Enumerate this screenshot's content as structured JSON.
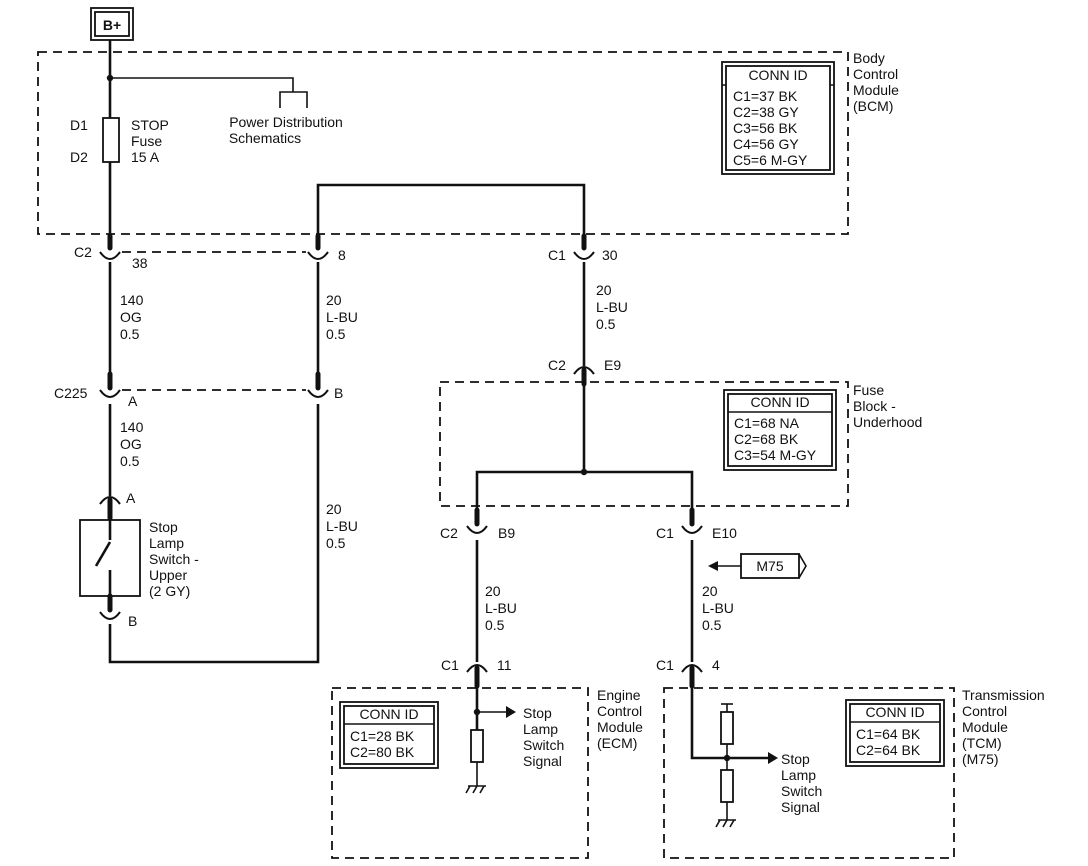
{
  "battery": "B+",
  "bcm": {
    "title": [
      "Body",
      "Control",
      "Module",
      "(BCM)"
    ],
    "conn_header": "CONN ID",
    "conns": [
      "C1=37 BK",
      "C2=38 GY",
      "C3=56 BK",
      "C4=56 GY",
      "C5=6 M-GY"
    ]
  },
  "fuse": {
    "d1": "D1",
    "d2": "D2",
    "label": [
      "STOP",
      "Fuse",
      "15 A"
    ]
  },
  "power_dist": [
    "Power Distribution",
    "Schematics"
  ],
  "connectors": {
    "c2_38": {
      "name": "C2",
      "pin": "38"
    },
    "c_8": {
      "pin": "8"
    },
    "c1_30": {
      "name": "C1",
      "pin": "30"
    },
    "c2_e9": {
      "name": "C2",
      "pin": "E9"
    },
    "c225_a": {
      "name": "C225",
      "pin": "A"
    },
    "c225_b": {
      "pin": "B"
    },
    "sw_a": {
      "pin": "A"
    },
    "sw_b": {
      "pin": "B"
    },
    "c2_b9": {
      "name": "C2",
      "pin": "B9"
    },
    "c1_e10": {
      "name": "C1",
      "pin": "E10"
    },
    "c1_11": {
      "name": "C1",
      "pin": "11"
    },
    "c1_4": {
      "name": "C1",
      "pin": "4"
    }
  },
  "wires": {
    "w1": [
      "140",
      "OG",
      "0.5"
    ],
    "w2": [
      "20",
      "L-BU",
      "0.5"
    ],
    "w3": [
      "20",
      "L-BU",
      "0.5"
    ],
    "w4": [
      "140",
      "OG",
      "0.5"
    ],
    "w5": [
      "20",
      "L-BU",
      "0.5"
    ],
    "w6": [
      "20",
      "L-BU",
      "0.5"
    ],
    "w7": [
      "20",
      "L-BU",
      "0.5"
    ]
  },
  "fuse_block": {
    "title": [
      "Fuse",
      "Block -",
      "Underhood"
    ],
    "conn_header": "CONN ID",
    "conns": [
      "C1=68 NA",
      "C2=68 BK",
      "C3=54 M-GY"
    ]
  },
  "switch": {
    "label": [
      "Stop",
      "Lamp",
      "Switch -",
      "Upper",
      "(2 GY)"
    ]
  },
  "m75_ref": "M75",
  "ecm": {
    "title": [
      "Engine",
      "Control",
      "Module",
      "(ECM)"
    ],
    "conn_header": "CONN ID",
    "conns": [
      "C1=28 BK",
      "C2=80 BK"
    ],
    "signal": [
      "Stop",
      "Lamp",
      "Switch",
      "Signal"
    ]
  },
  "tcm": {
    "title": [
      "Transmission",
      "Control",
      "Module",
      "(TCM)",
      "(M75)"
    ],
    "conn_header": "CONN ID",
    "conns": [
      "C1=64 BK",
      "C2=64 BK"
    ],
    "signal": [
      "Stop",
      "Lamp",
      "Switch",
      "Signal"
    ]
  }
}
